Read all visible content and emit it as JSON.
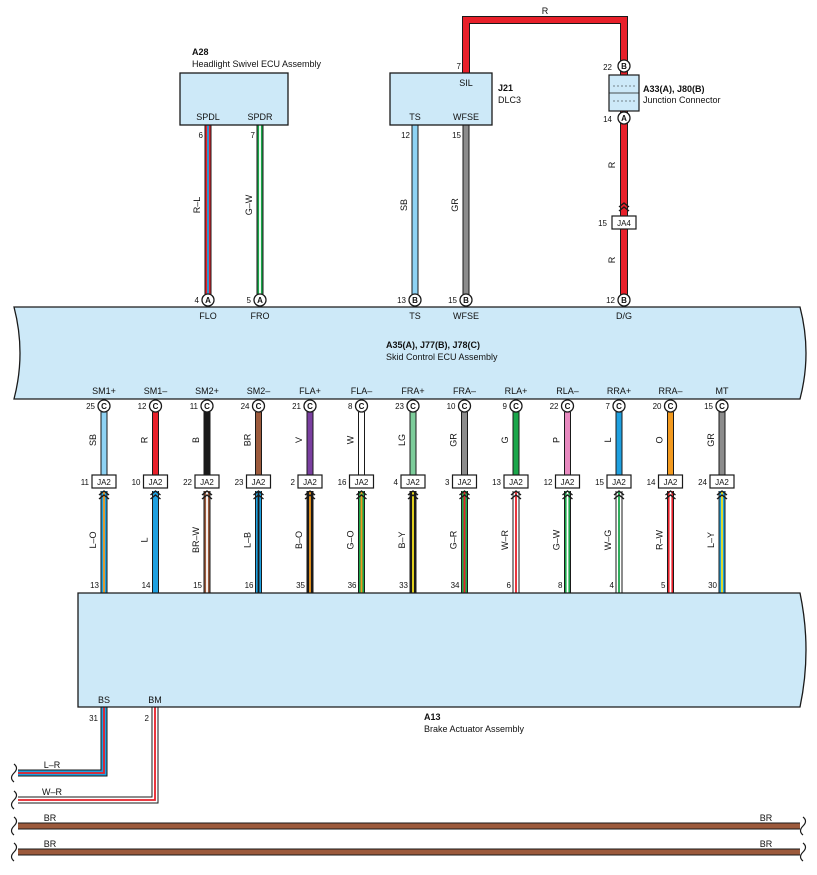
{
  "ecu_skid": {
    "code": "A35(A), J77(B), J78(C)",
    "name": "Skid Control ECU Assembly",
    "top_pins": [
      {
        "label": "FLO",
        "pin": "4",
        "conn": "A"
      },
      {
        "label": "FRO",
        "pin": "5",
        "conn": "A"
      },
      {
        "label": "TS",
        "pin": "13",
        "conn": "B"
      },
      {
        "label": "WFSE",
        "pin": "15",
        "conn": "B"
      },
      {
        "label": "D/G",
        "pin": "12",
        "conn": "B"
      }
    ]
  },
  "headlight_ecu": {
    "code": "A28",
    "name": "Headlight Swivel ECU Assembly",
    "pins": [
      {
        "label": "SPDL",
        "pin": "6",
        "wire": "R–L"
      },
      {
        "label": "SPDR",
        "pin": "7",
        "wire": "G–W"
      }
    ]
  },
  "dlc3": {
    "code": "J21",
    "name": "DLC3",
    "sil_label": "SIL",
    "sil_pin": "7",
    "sil_wire": "R",
    "pins": [
      {
        "label": "TS",
        "pin": "12",
        "wire": "SB"
      },
      {
        "label": "WFSE",
        "pin": "15",
        "wire": "GR"
      }
    ]
  },
  "junction": {
    "code": "A33(A), J80(B)",
    "name": "Junction Connector",
    "top_pin": "22",
    "top_conn": "B",
    "bottom_pin": "14",
    "bottom_conn": "A",
    "wire_a": "R",
    "ja4_label": "JA4",
    "ja4_pin": "15",
    "wire_b": "R"
  },
  "actuator": {
    "code": "A13",
    "name": "Brake Actuator Assembly",
    "bottom_pins": [
      {
        "label": "BS",
        "pin": "31",
        "wire": "L–R"
      },
      {
        "label": "BM",
        "pin": "2",
        "wire": "W–R"
      }
    ]
  },
  "ground_wires": {
    "left": "BR",
    "right": "BR"
  },
  "solenoids": [
    {
      "label": "SM1+",
      "ecu_pin": "25",
      "conn": "C",
      "wire_top": "SB",
      "ja_pin": "11",
      "ja": "JA2",
      "wire_bottom": "L–O",
      "act_pin": "13"
    },
    {
      "label": "SM1–",
      "ecu_pin": "12",
      "conn": "C",
      "wire_top": "R",
      "ja_pin": "10",
      "ja": "JA2",
      "wire_bottom": "L",
      "act_pin": "14"
    },
    {
      "label": "SM2+",
      "ecu_pin": "11",
      "conn": "C",
      "wire_top": "B",
      "ja_pin": "22",
      "ja": "JA2",
      "wire_bottom": "BR–W",
      "act_pin": "15"
    },
    {
      "label": "SM2–",
      "ecu_pin": "24",
      "conn": "C",
      "wire_top": "BR",
      "ja_pin": "23",
      "ja": "JA2",
      "wire_bottom": "L–B",
      "act_pin": "16"
    },
    {
      "label": "FLA+",
      "ecu_pin": "21",
      "conn": "C",
      "wire_top": "V",
      "ja_pin": "2",
      "ja": "JA2",
      "wire_bottom": "B–O",
      "act_pin": "35"
    },
    {
      "label": "FLA–",
      "ecu_pin": "8",
      "conn": "C",
      "wire_top": "W",
      "ja_pin": "16",
      "ja": "JA2",
      "wire_bottom": "G–O",
      "act_pin": "36"
    },
    {
      "label": "FRA+",
      "ecu_pin": "23",
      "conn": "C",
      "wire_top": "LG",
      "ja_pin": "4",
      "ja": "JA2",
      "wire_bottom": "B–Y",
      "act_pin": "33"
    },
    {
      "label": "FRA–",
      "ecu_pin": "10",
      "conn": "C",
      "wire_top": "GR",
      "ja_pin": "3",
      "ja": "JA2",
      "wire_bottom": "G–R",
      "act_pin": "34"
    },
    {
      "label": "RLA+",
      "ecu_pin": "9",
      "conn": "C",
      "wire_top": "G",
      "ja_pin": "13",
      "ja": "JA2",
      "wire_bottom": "W–R",
      "act_pin": "6"
    },
    {
      "label": "RLA–",
      "ecu_pin": "22",
      "conn": "C",
      "wire_top": "P",
      "ja_pin": "12",
      "ja": "JA2",
      "wire_bottom": "G–W",
      "act_pin": "8"
    },
    {
      "label": "RRA+",
      "ecu_pin": "7",
      "conn": "C",
      "wire_top": "L",
      "ja_pin": "15",
      "ja": "JA2",
      "wire_bottom": "W–G",
      "act_pin": "4"
    },
    {
      "label": "RRA–",
      "ecu_pin": "20",
      "conn": "C",
      "wire_top": "O",
      "ja_pin": "14",
      "ja": "JA2",
      "wire_bottom": "R–W",
      "act_pin": "5"
    },
    {
      "label": "MT",
      "ecu_pin": "15",
      "conn": "C",
      "wire_top": "GR",
      "ja_pin": "24",
      "ja": "JA2",
      "wire_bottom": "L–Y",
      "act_pin": "30"
    }
  ],
  "wire_colors": {
    "SB": "#8fd3f4",
    "R": "#e8202a",
    "B": "#1a1a1a",
    "BR": "#9c5a3c",
    "V": "#7a3fa0",
    "W": "#ffffff",
    "LG": "#7ccc9a",
    "GR": "#8c8c8c",
    "G": "#1aa64a",
    "P": "#e88ac0",
    "L": "#1ea0e0",
    "O": "#f39a1e",
    "Y": "#f4e21e"
  },
  "colors": {
    "box_fill": "#cde9f8",
    "stroke": "#1a1a1a"
  }
}
